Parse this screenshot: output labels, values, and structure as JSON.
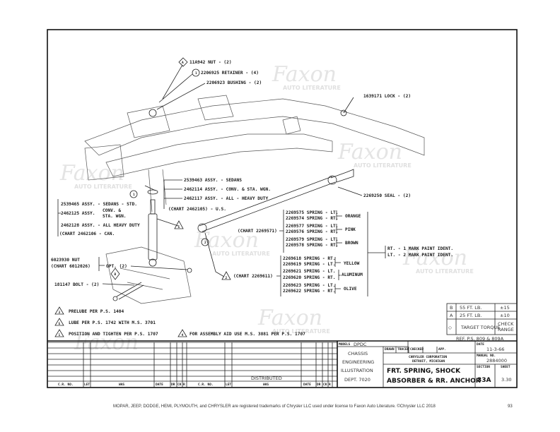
{
  "watermark": {
    "brand": "Faxon",
    "sub": "AUTO LITERATURE"
  },
  "callouts": {
    "nut_top": "11A942 NUT - (2)",
    "retainer": "2206925 RETAINER - (4)",
    "bushing": "2206923 BUSHING - (2)",
    "lock": "1639171 LOCK - (2)",
    "seal": "2269250 SEAL - (2)",
    "us_assy": [
      "2539463 ASSY. - SEDANS",
      "2462114 ASSY. - CONV. & STA. WGN.",
      "2462117 ASSY. - ALL - HEAVY DUTY"
    ],
    "us_chart": "(CHART 2462105) - U.S.",
    "can_assy_1": "2539465 ASSY. - SEDANS - STD.",
    "can_assy_2": "2462125 ASSY.",
    "can_assy_2_note": [
      "CONV. &",
      "STA. WGN."
    ],
    "can_assy_3": "2462128 ASSY. - ALL HEAVY DUTY",
    "can_chart": "(CHART 2462106 - CAN.",
    "nut_opt": "6023930 NUT",
    "nut_opt_chart": "(CHART 6012026)",
    "opt_label": "OPT. (2)",
    "bolt": "181147 BOLT - (2)",
    "circle_1": "1",
    "circle_2": "2",
    "diamond_a": "A",
    "diamond_b": "B",
    "tri_5": "5",
    "tri_2": "2"
  },
  "springs": {
    "chart_a": "(CHART 2269571)",
    "chart_b": "(CHART 2269611)",
    "groups_a": [
      {
        "lines": [
          "2269575 SPRING - LT.",
          "2269574 SPRING - RT."
        ],
        "color": "ORANGE"
      },
      {
        "lines": [
          "2269577 SPRING - LT.",
          "2269576 SPRING - RT."
        ],
        "color": "PINK"
      },
      {
        "lines": [
          "2269579 SPRING - LT.",
          "2269578 SPRING - RT."
        ],
        "color": "BROWN"
      }
    ],
    "groups_b": [
      {
        "lines": [
          "2269618 SPRING - RT.",
          "2269619 SPRING - LT."
        ],
        "color": "YELLOW"
      },
      {
        "lines": [
          "2269621 SPRING - LT.",
          "2269620 SPRING - RT."
        ],
        "color": "ALUMINUM"
      },
      {
        "lines": [
          "2269623 SPRING - LT.",
          "2269622 SPRING - RT."
        ],
        "color": "OLIVE"
      }
    ],
    "paint_ident": [
      "RT. - 1 MARK PAINT IDENT.",
      "LT. - 2 MARK PAINT IDENT."
    ]
  },
  "notes": [
    {
      "num": "3",
      "text": "PRELUBE PER P.S. 1404"
    },
    {
      "num": "5",
      "text": "LUBE PER P.S. 1742 WITH M.S. 3701"
    },
    {
      "num": "1",
      "text": "POSITION AND TIGHTEN PER P.S. 1707"
    },
    {
      "num": "4",
      "text": "FOR ASSEMBLY AID USE M.S. 3881 PER P.S. 1707"
    }
  ],
  "torque_table": {
    "rows": [
      {
        "sym": "B",
        "value": "55 FT. LB.",
        "range": "±15"
      },
      {
        "sym": "A",
        "value": "25 FT. LB.",
        "range": "±10"
      },
      {
        "sym": "◇",
        "value": "TARGET TORQUE",
        "range": [
          "CHECK",
          "RANGE"
        ]
      }
    ],
    "ref": "REF. P.S. 809 & 809A"
  },
  "revision_table": {
    "headers": [
      "C.R. NO.",
      "LET",
      "WAS",
      "DATE",
      "DR",
      "CK",
      "R"
    ],
    "distributed": "DISTRIBUTED"
  },
  "title_block": {
    "models_label": "MODELS",
    "models": "DPDC",
    "dept": [
      "CHASSIS",
      "ENGINEERING",
      "ILLUSTRATION",
      "DEPT. 7020"
    ],
    "sign_headers": [
      "DRAWN",
      "TRACED",
      "CHECKED",
      "APP."
    ],
    "company": "CHRYSLER CORPORATION",
    "location": "DETROIT, MICHIGAN",
    "title": [
      "FRT. SPRING, SHOCK",
      "ABSORBER & RR. ANCHOR"
    ],
    "date_label": "DATE",
    "date": "11-3-66",
    "manual_label": "MANUAL NO.",
    "manual_no": "2884000",
    "section_label": "SECTION",
    "section": "33A",
    "sheet_label": "SHEET",
    "sheet": "3.30"
  },
  "footer": {
    "trademark": "MOPAR, JEEP, DODGE, HEMI, PLYMOUTH, and CHRYSLER are registered trademarks of Chrysler LLC used under license to Faxon Auto Literature. ©Chrysler LLC 2018",
    "page": "93"
  }
}
